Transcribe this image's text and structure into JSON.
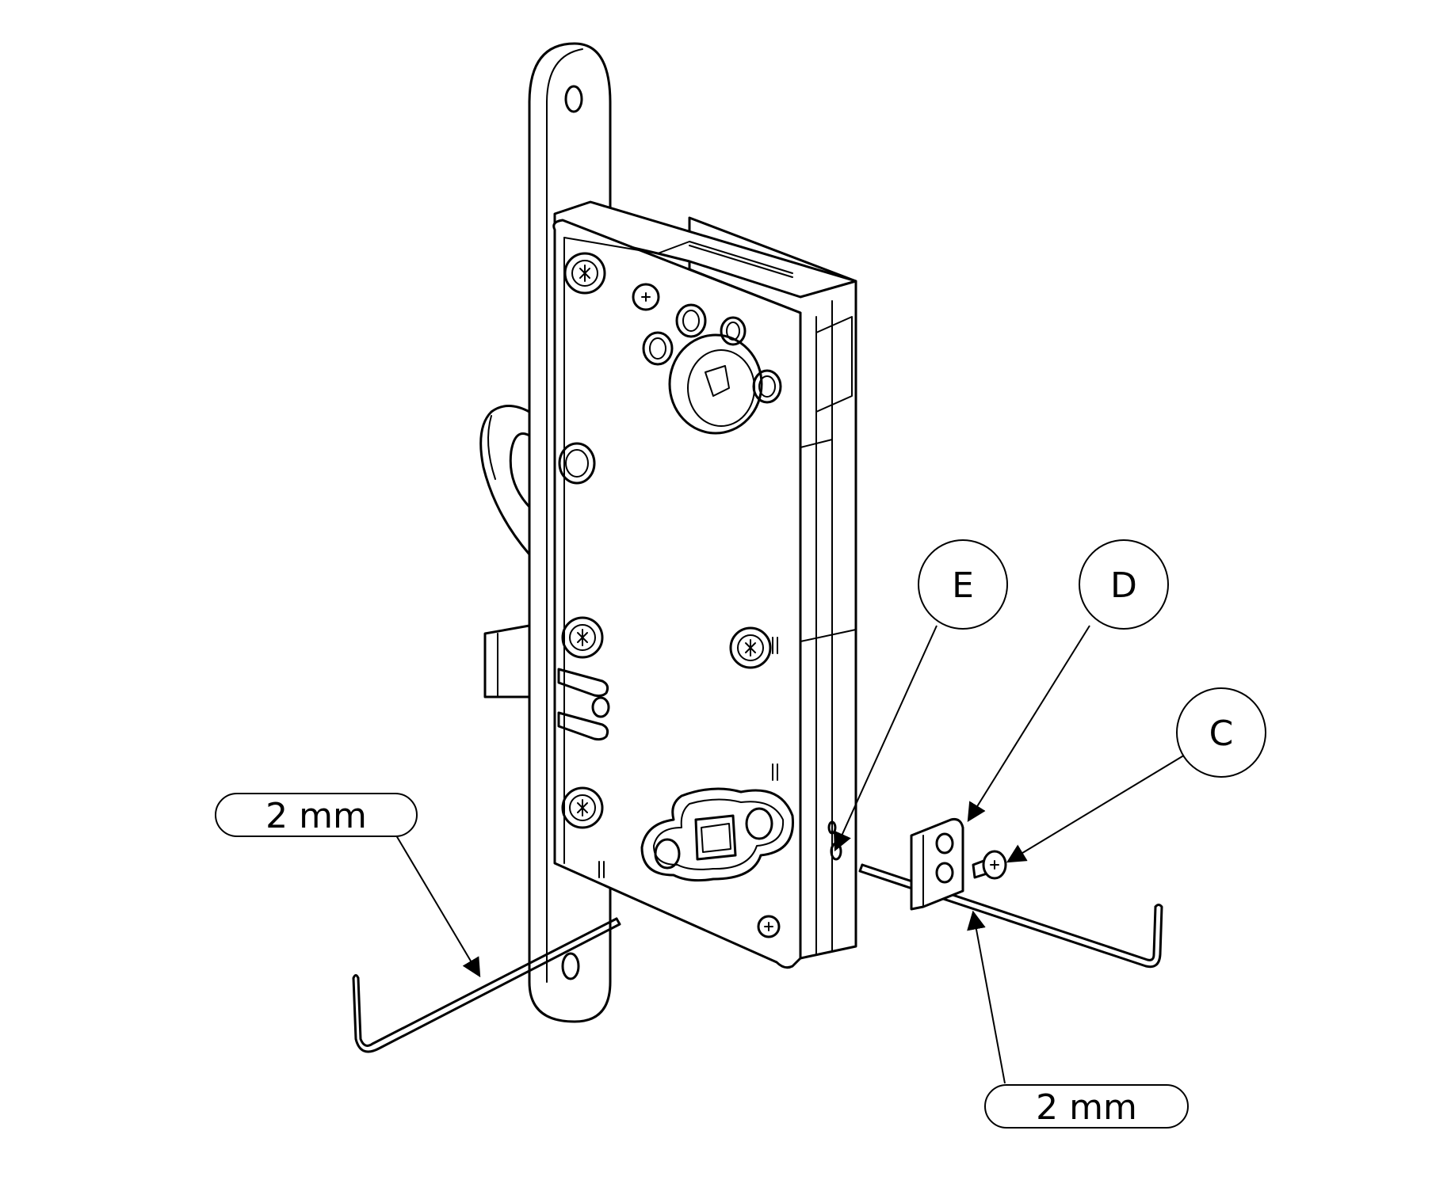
{
  "callouts": {
    "e": "E",
    "d": "D",
    "c": "C"
  },
  "dimensions": {
    "left": "2 mm",
    "right": "2 mm"
  }
}
